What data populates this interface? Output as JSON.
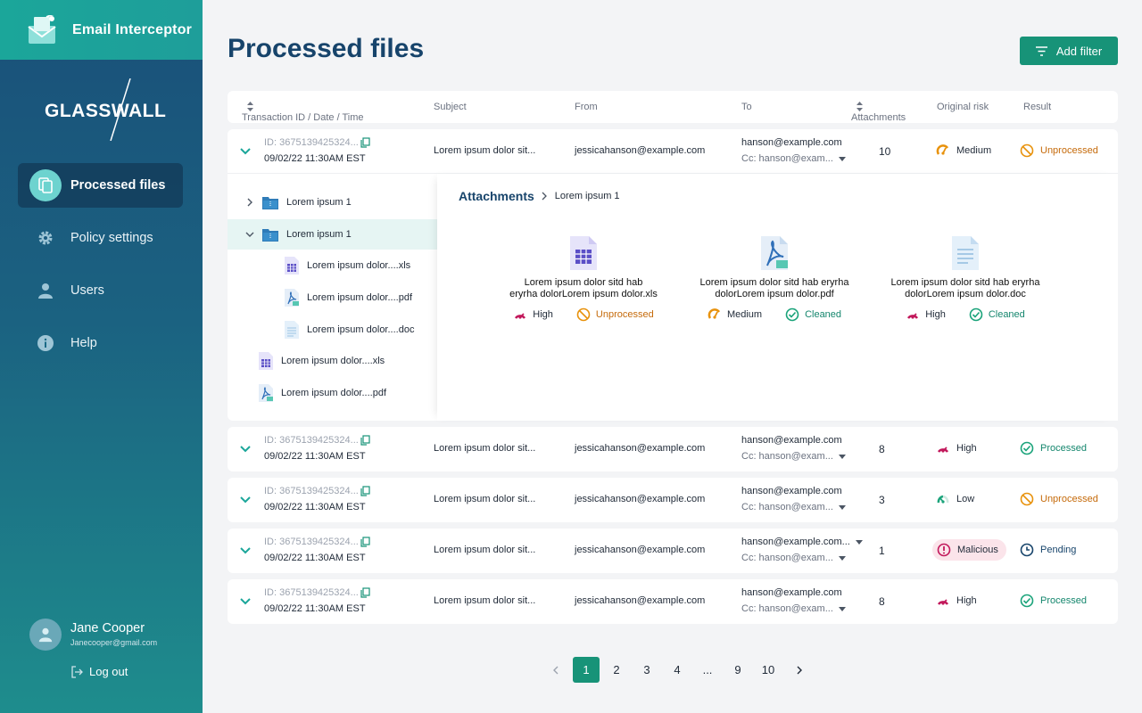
{
  "app": {
    "name": "Email Interceptor",
    "brand": "GLASSWALL"
  },
  "nav": {
    "items": [
      {
        "label": "Processed files",
        "icon": "documents-icon",
        "active": true
      },
      {
        "label": "Policy settings",
        "icon": "gear-icon"
      },
      {
        "label": "Users",
        "icon": "user-icon"
      },
      {
        "label": "Help",
        "icon": "info-icon"
      }
    ]
  },
  "user": {
    "name": "Jane Cooper",
    "email": "Janecooper@gmail.com",
    "logout": "Log out"
  },
  "page": {
    "title": "Processed files",
    "add_filter": "Add filter"
  },
  "table": {
    "headers": [
      "Transaction ID / Date / Time",
      "Subject",
      "From",
      "To",
      "Attachments",
      "Original risk",
      "Result"
    ],
    "rows": [
      {
        "id": "ID: 3675139425324...",
        "date": "09/02/22 11:30AM EST",
        "subject": "Lorem ipsum dolor sit...",
        "from": "jessicahanson@example.com",
        "to": "hanson@example.com",
        "cc": "Cc: hanson@exam...",
        "attachments": "10",
        "risk": "Medium",
        "result": "Unprocessed"
      },
      {
        "id": "ID: 3675139425324...",
        "date": "09/02/22 11:30AM EST",
        "subject": "Lorem ipsum dolor sit...",
        "from": "jessicahanson@example.com",
        "to": "hanson@example.com",
        "cc": "Cc: hanson@exam...",
        "attachments": "8",
        "risk": "High",
        "result": "Processed"
      },
      {
        "id": "ID: 3675139425324...",
        "date": "09/02/22 11:30AM EST",
        "subject": "Lorem ipsum dolor sit...",
        "from": "jessicahanson@example.com",
        "to": "hanson@example.com",
        "cc": "Cc: hanson@exam...",
        "attachments": "3",
        "risk": "Low",
        "result": "Unprocessed"
      },
      {
        "id": "ID: 3675139425324...",
        "date": "09/02/22 11:30AM EST",
        "subject": "Lorem ipsum dolor sit...",
        "from": "jessicahanson@example.com",
        "to": "hanson@example.com...",
        "cc": "Cc: hanson@exam...",
        "attachments": "1",
        "risk": "Malicious",
        "result": "Pending"
      },
      {
        "id": "ID: 3675139425324...",
        "date": "09/02/22 11:30AM EST",
        "subject": "Lorem ipsum dolor sit...",
        "from": "jessicahanson@example.com",
        "to": "hanson@example.com",
        "cc": "Cc: hanson@exam...",
        "attachments": "8",
        "risk": "High",
        "result": "Processed"
      }
    ]
  },
  "tree": {
    "items": [
      {
        "label": "Lorem ipsum 1",
        "type": "folder"
      },
      {
        "label": "Lorem ipsum 1",
        "type": "folder",
        "selected": true
      },
      {
        "label": "Lorem ipsum dolor....xls",
        "type": "xls"
      },
      {
        "label": "Lorem ipsum dolor....pdf",
        "type": "pdf"
      },
      {
        "label": "Lorem ipsum dolor....doc",
        "type": "doc"
      },
      {
        "label": "Lorem ipsum dolor....xls",
        "type": "xls"
      },
      {
        "label": "Lorem ipsum dolor....pdf",
        "type": "pdf"
      }
    ]
  },
  "attachments": {
    "title": "Attachments",
    "crumb": "Lorem ipsum 1",
    "files": [
      {
        "line1": "Lorem ipsum dolor sitd hab",
        "line2": "eryrha dolorLorem ipsum dolor.xls",
        "risk": "High",
        "result": "Unprocessed",
        "type": "xls"
      },
      {
        "line1": "Lorem ipsum dolor sitd hab eryrha",
        "line2": "dolorLorem ipsum dolor.pdf",
        "risk": "Medium",
        "result": "Cleaned",
        "type": "pdf"
      },
      {
        "line1": "Lorem ipsum dolor sitd hab eryrha",
        "line2": "dolorLorem ipsum dolor.doc",
        "risk": "High",
        "result": "Cleaned",
        "type": "doc"
      }
    ]
  },
  "pagination": {
    "pages": [
      "1",
      "2",
      "3",
      "4",
      "...",
      "9",
      "10"
    ],
    "current": "1"
  },
  "colors": {
    "accent": "#179378",
    "navy": "#17446b",
    "high": "#c2185b",
    "medium": "#e8920c",
    "low": "#1aa37a",
    "unprocessed": "#c56a0a",
    "processed": "#14866d",
    "pending": "#17446b"
  }
}
